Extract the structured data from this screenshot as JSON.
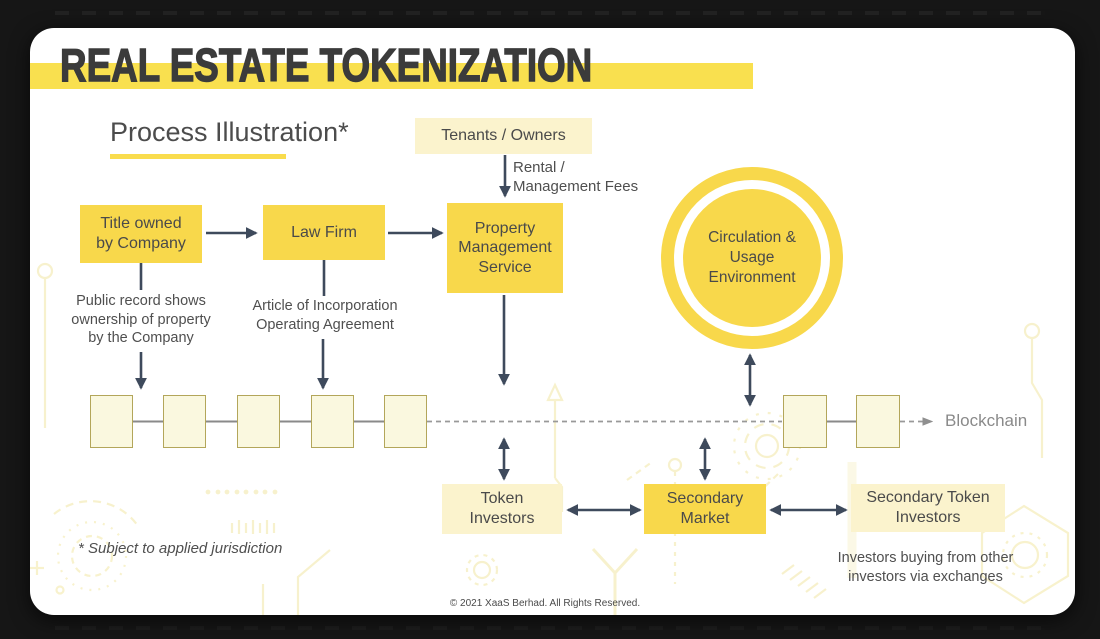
{
  "header": {
    "title": "REAL ESTATE TOKENIZATION",
    "subtitle": "Process Illustration*"
  },
  "nodes": {
    "tenants_owners": {
      "label": "Tenants / Owners",
      "style": "light"
    },
    "title_owned": {
      "lines": [
        "Title owned",
        "by Company"
      ],
      "style": "bright"
    },
    "law_firm": {
      "lines": [
        "Law Firm"
      ],
      "style": "bright"
    },
    "property_mgmt": {
      "lines": [
        "Property",
        "Management",
        "Service"
      ],
      "style": "bright"
    },
    "circulation": {
      "lines": [
        "Circulation &",
        "Usage",
        "Environment"
      ],
      "style": "circle"
    },
    "token_investors": {
      "lines": [
        "Token",
        "Investors"
      ],
      "style": "light"
    },
    "secondary_market": {
      "lines": [
        "Secondary",
        "Market"
      ],
      "style": "bright"
    },
    "secondary_token_investors": {
      "lines": [
        "Secondary Token",
        "Investors"
      ],
      "style": "light"
    }
  },
  "annotations": {
    "rental_fees": {
      "lines": [
        "Rental /",
        "Management Fees"
      ]
    },
    "public_record": {
      "lines": [
        "Public record shows",
        "ownership of property",
        "by the Company"
      ]
    },
    "incorporation": {
      "lines": [
        "Article of Incorporation",
        "Operating Agreement"
      ]
    },
    "investors_buying": {
      "lines": [
        "Investors buying from other",
        "investors via exchanges"
      ]
    },
    "blockchain_label": "Blockchain"
  },
  "blockchain": {
    "left_blocks": 5,
    "right_blocks": 2
  },
  "edges": [
    {
      "from": "tenants_owners",
      "to": "property_mgmt",
      "type": "arrow",
      "label": "Rental / Management Fees"
    },
    {
      "from": "title_owned",
      "to": "law_firm",
      "type": "arrow"
    },
    {
      "from": "law_firm",
      "to": "property_mgmt",
      "type": "arrow"
    },
    {
      "from": "title_owned",
      "to": "blockchain",
      "type": "arrow",
      "label": "Public record shows ownership of property by the Company"
    },
    {
      "from": "law_firm",
      "to": "blockchain",
      "type": "arrow",
      "label": "Article of Incorporation Operating Agreement"
    },
    {
      "from": "property_mgmt",
      "to": "blockchain",
      "type": "arrow"
    },
    {
      "from": "circulation",
      "to": "blockchain",
      "type": "double-arrow"
    },
    {
      "from": "blockchain",
      "to": "token_investors",
      "type": "double-arrow"
    },
    {
      "from": "blockchain",
      "to": "secondary_market",
      "type": "double-arrow"
    },
    {
      "from": "token_investors",
      "to": "secondary_market",
      "type": "double-arrow"
    },
    {
      "from": "secondary_market",
      "to": "secondary_token_investors",
      "type": "double-arrow"
    }
  ],
  "footer": {
    "footnote": "* Subject to applied jurisdiction",
    "copyright": "© 2021 XaaS Berhad. All Rights Reserved."
  },
  "colors": {
    "surround": "#161616",
    "card": "#FFFFFF",
    "bright_yellow": "#F8D84B",
    "light_yellow": "#FBF3CD",
    "band_yellow": "#F9E04F",
    "underline_yellow": "#F9DC4D",
    "block_fill": "#FAF8DF",
    "block_border": "#B3A65A",
    "arrow": "#3E4A5C",
    "dashed_gray": "#8F8F8F",
    "title_text": "#3B3B3B",
    "body_text": "#4A4A4A",
    "decoration": "#F3E9AC"
  }
}
